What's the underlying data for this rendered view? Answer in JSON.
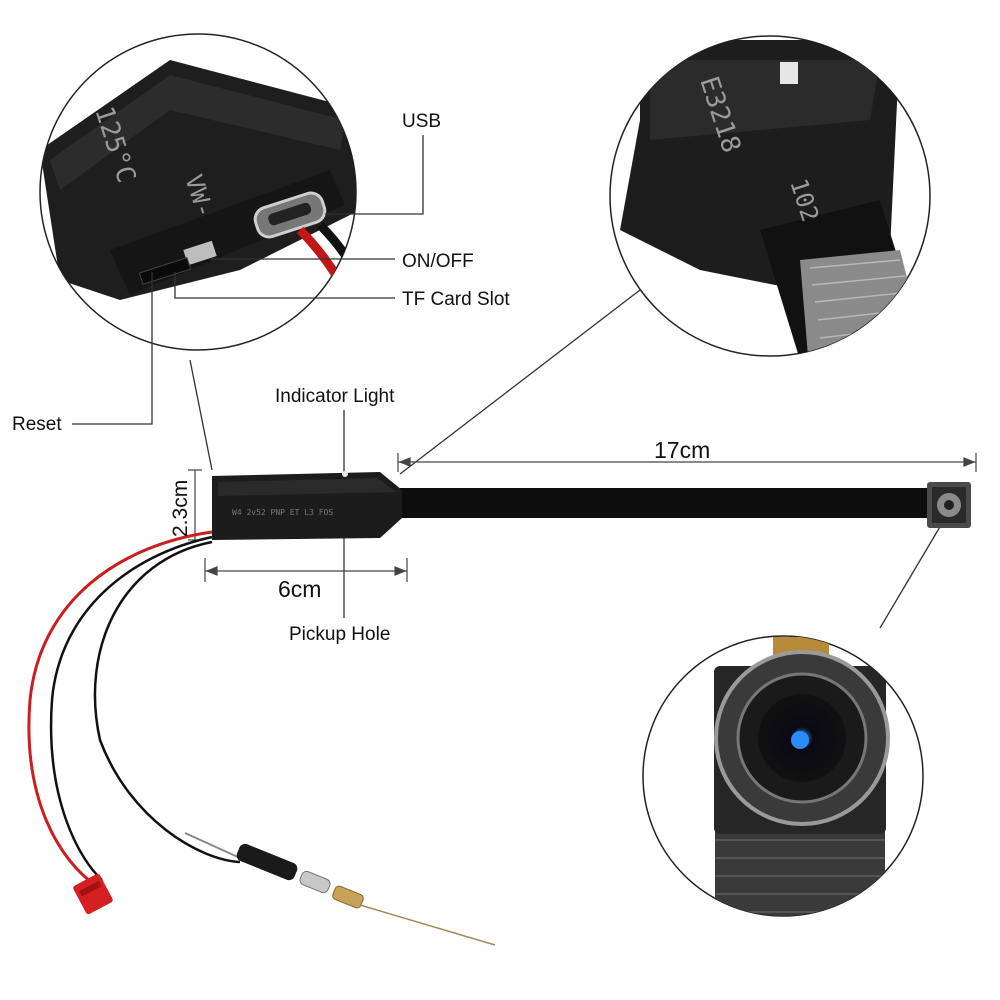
{
  "labels": {
    "usb": "USB",
    "on_off": "ON/OFF",
    "tf_card_slot": "TF Card Slot",
    "reset": "Reset",
    "indicator_light": "Indicator Light",
    "pickup_hole": "Pickup Hole"
  },
  "dimensions": {
    "cable_length": "17cm",
    "board_length": "6cm",
    "board_height": "2.3cm"
  },
  "printed_markings": {
    "temp_rating": "125°C",
    "model_prefix": "VW-",
    "part_code": "E3218",
    "lot_code": "102"
  },
  "colors": {
    "board": "#1c1c1c",
    "red_wire": "#cc1e1e",
    "black_wire": "#111111",
    "connector": "#d42020",
    "cable": "#0d0d0d"
  }
}
